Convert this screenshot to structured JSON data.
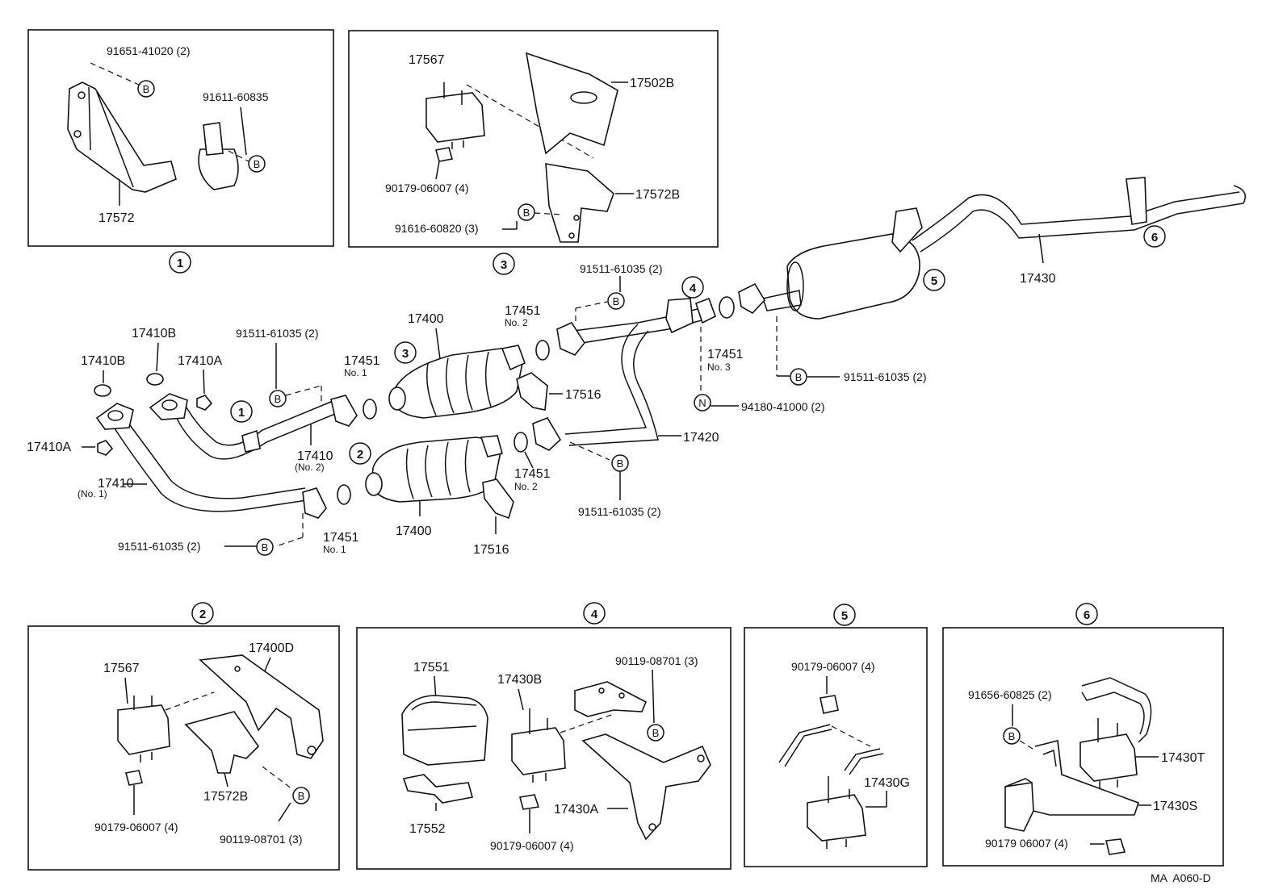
{
  "corner_code": "MA  A060-D",
  "panel1": {
    "number": "1",
    "labels": [
      "91651-41020 (2)",
      "91611-60835",
      "17572"
    ],
    "markers": [
      "B",
      "B"
    ]
  },
  "panel3": {
    "number": "3",
    "labels": [
      "17567",
      "17502B",
      "90179-06007 (4)",
      "17572B",
      "91616-60820 (3)"
    ],
    "markers": [
      "B"
    ]
  },
  "main": {
    "labels": {
      "p17410B_a": "17410B",
      "p17410B_b": "17410B",
      "p17410A_a": "17410A",
      "p17410A_b": "17410A",
      "p91511_top_left": "91511-61035 (2)",
      "p17451_no1_a": "17451",
      "no1_a": "No. 1",
      "p17400_a": "17400",
      "p17451_no2_a": "17451",
      "no2_a": "No. 2",
      "p91511_top_mid": "91511-61035 (2)",
      "p17516_a": "17516",
      "p17451_no3": "17451",
      "no3": "No. 3",
      "p91511_right": "91511-61035 (2)",
      "p94180": "94180-41000 (2)",
      "p17420": "17420",
      "p17410_no2": "17410",
      "no2_pipe": "(No. 2)",
      "p17410_no1": "17410",
      "no1_pipe": "(No. 1)",
      "p17451_no2_b": "17451",
      "no2_b": "No. 2",
      "p91511_bot_mid": "91511-61035 (2)",
      "p17400_b": "17400",
      "p17516_b": "17516",
      "p91511_bot_left": "91511-61035 (2)",
      "p17451_no1_b": "17451",
      "no1_b": "No. 1",
      "p17430": "17430"
    },
    "callouts": {
      "c1": "1",
      "c2": "2",
      "c3": "3",
      "c4": "4",
      "c5": "5",
      "c6": "6"
    },
    "markers": {
      "B": "B",
      "N": "N"
    }
  },
  "panel2": {
    "number": "2",
    "labels": [
      "17400D",
      "17567",
      "17572B",
      "90179-06007 (4)",
      "90119-08701 (3)"
    ],
    "markers": [
      "B"
    ]
  },
  "panel4": {
    "number": "4",
    "labels": [
      "17551",
      "17430B",
      "90119-08701 (3)",
      "17430A",
      "17552",
      "90179-06007 (4)"
    ],
    "markers": [
      "B"
    ]
  },
  "panel5": {
    "number": "5",
    "labels": [
      "90179-06007 (4)",
      "17430G"
    ]
  },
  "panel6": {
    "number": "6",
    "labels": [
      "91656-60825 (2)",
      "17430T",
      "17430S",
      "90179 06007 (4)"
    ],
    "markers": [
      "B"
    ]
  }
}
